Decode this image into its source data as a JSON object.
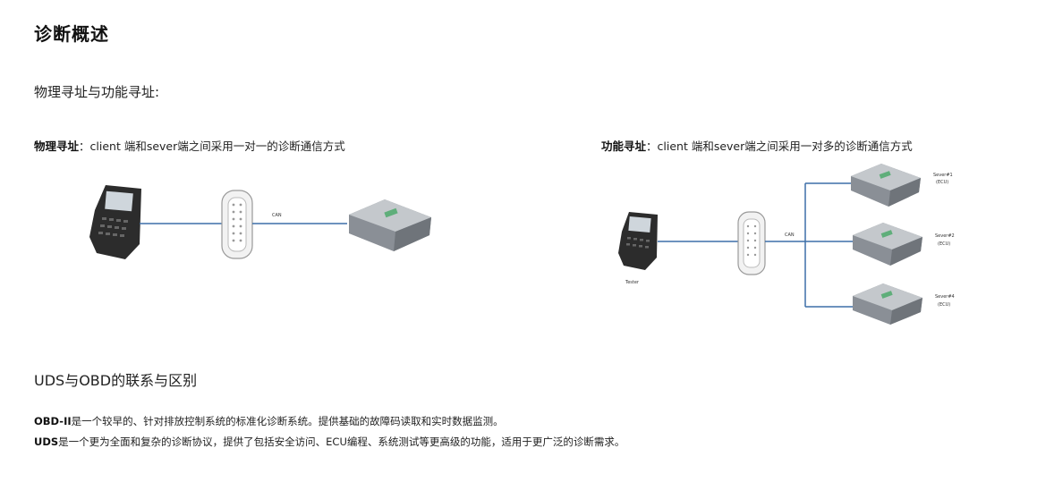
{
  "title": "诊断概述",
  "section_heading": "物理寻址与功能寻址:",
  "physical": {
    "label": "物理寻址",
    "sep": "：",
    "text": "client 端和sever端之间采用一对一的诊断通信方式",
    "bus_label": "CAN"
  },
  "functional": {
    "label": "功能寻址",
    "sep": "：",
    "text": "client 端和sever端之间采用一对多的诊断通信方式",
    "bus_label": "CAN",
    "tester_label": "Tester",
    "servers": [
      {
        "name": "Sever#1",
        "sub": "(ECU)"
      },
      {
        "name": "Sever#2",
        "sub": "(ECU)"
      },
      {
        "name": "Sever#4",
        "sub": "(ECU)"
      }
    ]
  },
  "uds_heading": "UDS与OBD的联系与区别",
  "obd_desc": {
    "term": "OBD-II",
    "text": "是一个较早的、针对排放控制系统的标准化诊断系统。提供基础的故障码读取和实时数据监测。"
  },
  "uds_desc": {
    "term": "UDS",
    "text": "是一个更为全面和复杂的诊断协议，提供了包括安全访问、ECU编程、系统测试等更高级的功能，适用于更广泛的诊断需求。"
  },
  "colors": {
    "bus_line": "#3d6fa8",
    "device_dark": "#2c2c2c",
    "ecu_body": "#8a8f96",
    "ecu_green": "#5fae7a"
  }
}
